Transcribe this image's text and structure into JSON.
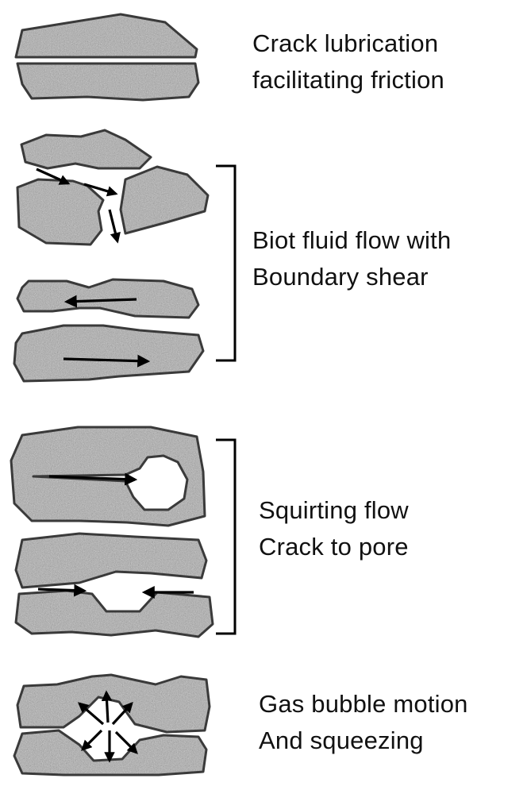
{
  "colors": {
    "rock_fill": "#a9a9a9",
    "rock_outline": "#3a3a3a",
    "arrow": "#000000",
    "bracket": "#000000"
  },
  "mechanisms": [
    {
      "line1": "Crack lubrication",
      "line2": "facilitating friction"
    },
    {
      "line1": "Biot fluid flow with",
      "line2": "Boundary shear"
    },
    {
      "line1": "Squirting flow",
      "line2": "Crack to pore"
    },
    {
      "line1": "Gas bubble motion",
      "line2": "And squeezing"
    }
  ]
}
